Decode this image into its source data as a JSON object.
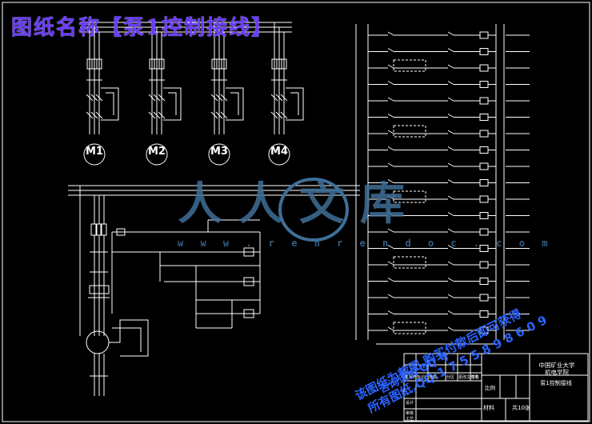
{
  "drawing": {
    "title": "图纸名称【泵1控制接线】",
    "motors": [
      "M1",
      "M2",
      "M3",
      "M4"
    ],
    "watermark_chars": "人人文库",
    "watermark_url": "w w w . r e n r e n d o c . c o m",
    "advert_lines": [
      "该图纸为截图,购买付款后即可获得",
      "所有图纸,QQ:1 7 5 5 8 9 8 6 0 9",
      "咨询请加 QQ 号"
    ],
    "title_block": {
      "university": "中国矿业大学",
      "college": "机电学院",
      "drawing_name": "泵1控制接线",
      "scale_label": "比例",
      "sheet_label": "共10张",
      "material_label": "材料",
      "row_labels": [
        "标记",
        "处数",
        "分区",
        "更改文件号",
        "签名",
        "年月日"
      ],
      "left_labels": [
        "设计",
        "审核",
        "工艺"
      ]
    }
  },
  "colors": {
    "background": "#000000",
    "line": "#ffffff",
    "title": "#6a3cff",
    "watermark": "#3f6f98",
    "advert": "#2b63ff"
  }
}
